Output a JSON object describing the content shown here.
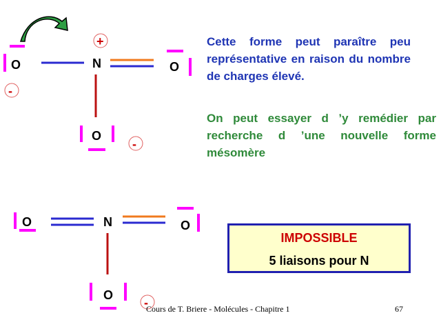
{
  "colors": {
    "single_bond": "#2a2ad0",
    "double_bond_orange": "#f07a1e",
    "vertical_bond": "#bb1111",
    "lone_pair": "#ff00ff",
    "charge": "#cc0000",
    "charge_circle": "#e06060",
    "arrow_fill": "#2e9e43",
    "text_blue": "#1f35b4",
    "text_green": "#2f8a3a",
    "box_border": "#2020b0",
    "box_fill": "#ffffcc"
  },
  "top_structure": {
    "atom_o_left": "O",
    "atom_n": "N",
    "atom_o_right": "O",
    "atom_o_bottom": "O",
    "charge_plus": "+",
    "charge_minus_left": "-",
    "charge_minus_bottom": "-",
    "arrow_icon": "curved-arrow"
  },
  "bottom_structure": {
    "atom_o_left": "O",
    "atom_n": "N",
    "atom_o_right": "O",
    "atom_o_bottom": "O",
    "charge_minus_bottom": "-"
  },
  "text": {
    "paragraph_1": "Cette forme peut paraître peu représentative en raison du nombre de charges élevé.",
    "paragraph_2": "On peut essayer d ’y remédier par recherche d ’une nouvelle forme mésomère"
  },
  "callout": {
    "title": "IMPOSSIBLE",
    "subtitle": "5 liaisons pour N"
  },
  "footer": {
    "text": "Cours de T. Briere - Molécules - Chapitre 1",
    "page": "67"
  }
}
